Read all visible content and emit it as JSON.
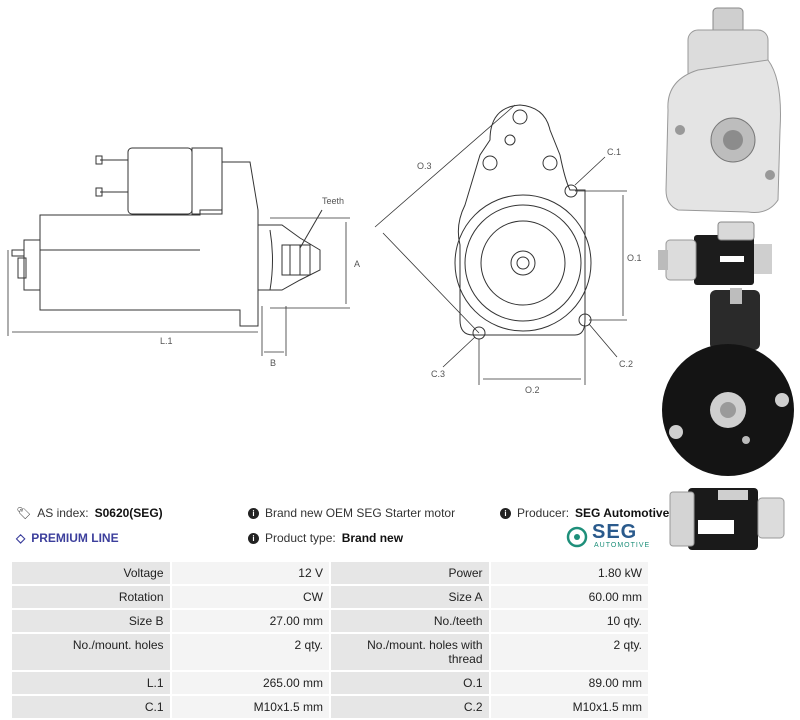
{
  "diagram_labels": {
    "teeth": "Teeth",
    "a": "A",
    "b": "B",
    "l1": "L.1",
    "o3": "O.3",
    "c1": "C.1",
    "o1": "O.1",
    "c2": "C.2",
    "c3": "C.3",
    "o2": "O.2"
  },
  "info": {
    "as_index_label": "AS index:",
    "as_index_value": "S0620(SEG)",
    "premium": "PREMIUM LINE",
    "description": "Brand new OEM SEG Starter motor",
    "product_type_label": "Product type:",
    "product_type_value": "Brand new",
    "producer_label": "Producer:",
    "producer_value": "SEG Automotive"
  },
  "logo": {
    "main": "SEG",
    "sub": "AUTOMOTIVE",
    "color": "#1e8f7a"
  },
  "specs": [
    {
      "k1": "Voltage",
      "v1": "12 V",
      "k2": "Power",
      "v2": "1.80 kW"
    },
    {
      "k1": "Rotation",
      "v1": "CW",
      "k2": "Size A",
      "v2": "60.00 mm"
    },
    {
      "k1": "Size B",
      "v1": "27.00 mm",
      "k2": "No./teeth",
      "v2": "10 qty."
    },
    {
      "k1": "No./mount. holes",
      "v1": "2 qty.",
      "k2": "No./mount. holes with thread",
      "v2": "2 qty."
    },
    {
      "k1": "L.1",
      "v1": "265.00 mm",
      "k2": "O.1",
      "v2": "89.00 mm"
    },
    {
      "k1": "C.1",
      "v1": "M10x1.5 mm",
      "k2": "C.2",
      "v2": "M10x1.5 mm"
    }
  ],
  "colors": {
    "premium": "#3c3f9c",
    "table_key_bg": "#e6e6e6",
    "table_val_bg": "#f4f4f4"
  }
}
